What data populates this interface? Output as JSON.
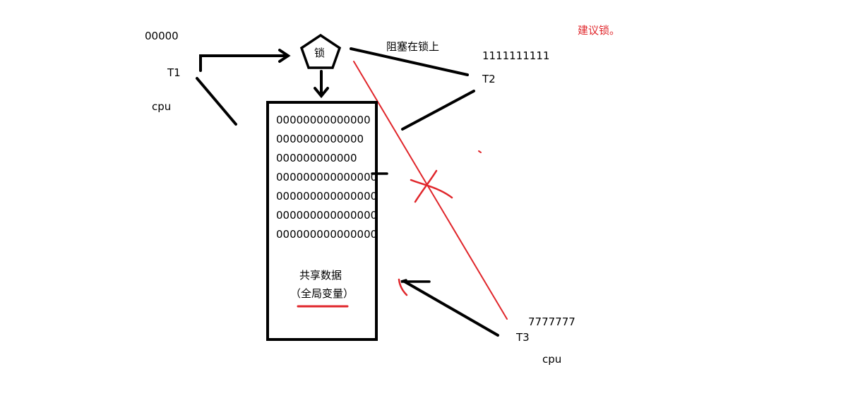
{
  "lock_label": "锁",
  "blocked_label": "阻塞在锁上",
  "advisory_lock_label": "建议锁。",
  "threads": {
    "t1": {
      "name": "T1",
      "value": "00000",
      "cpu": "cpu"
    },
    "t2": {
      "name": "T2",
      "value": "1111111111"
    },
    "t3": {
      "name": "T3",
      "value": "7777777",
      "cpu": "cpu"
    }
  },
  "shared_data": {
    "rows": [
      "00000000000000",
      "0000000000000",
      "000000000000",
      "000000000000000",
      "000000000000000",
      "000000000000000",
      "000000000000000"
    ],
    "title": "共享数据",
    "subtitle": "（全局变量）"
  },
  "colors": {
    "ink": "#000000",
    "red": "#e0262b"
  }
}
